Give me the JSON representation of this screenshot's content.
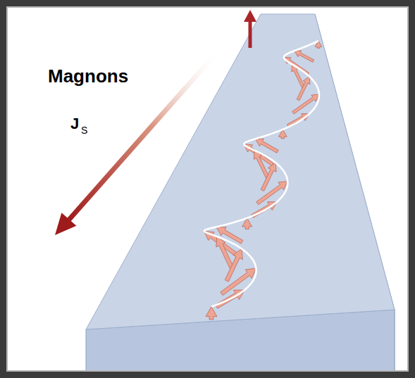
{
  "diagram": {
    "labels": [
      "Magnons",
      "J",
      "S"
    ]
  }
}
